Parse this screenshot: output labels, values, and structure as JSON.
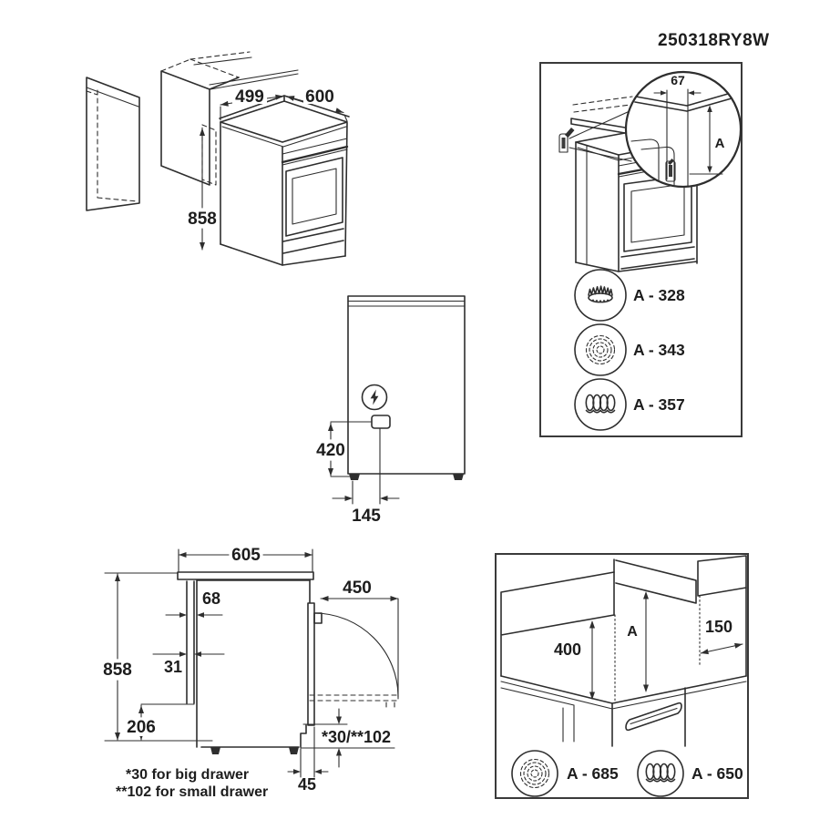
{
  "doc_code": "250318RY8W",
  "perspective_view": {
    "niche_width": "499",
    "cooker_width": "600",
    "height": "858"
  },
  "detail_panel": {
    "bracket_offset": "67",
    "height_ref": "A",
    "hob_variants": [
      {
        "icon": "gas-hob-icon",
        "label": "A - 328"
      },
      {
        "icon": "radiant-hob-icon",
        "label": "A - 343"
      },
      {
        "icon": "induction-hob-icon",
        "label": "A - 357"
      }
    ]
  },
  "rear_view": {
    "socket_height": "420",
    "socket_offset": "145"
  },
  "side_view": {
    "depth_top": "605",
    "rear_gap": "68",
    "rear_spacer": "31",
    "total_height": "858",
    "lower_clearance": "206",
    "door_open_depth": "450",
    "front_step": "45",
    "plinth_recess": "*30/**102",
    "note_big_drawer": "*30 for big drawer",
    "note_small_drawer": "**102 for small drawer"
  },
  "installation_view": {
    "left_clearance": "400",
    "hood_clearance": "A",
    "right_clearance": "150",
    "hob_variants": [
      {
        "icon": "radiant-hob-icon",
        "label": "A - 685"
      },
      {
        "icon": "induction-hob-icon",
        "label": "A - 650"
      }
    ]
  }
}
